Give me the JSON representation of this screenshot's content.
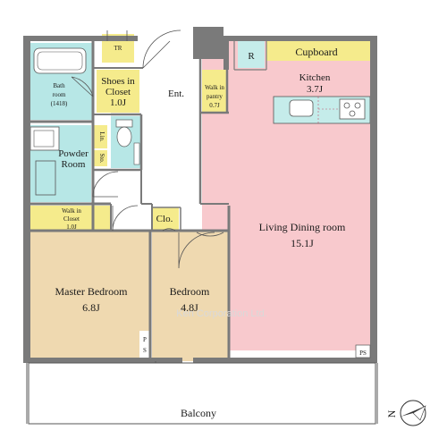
{
  "colors": {
    "wall": "#7a7a7a",
    "living": "#f8c9cd",
    "bedroom": "#efd9b0",
    "storage": "#f5eb8c",
    "wet": "#b7e7e6",
    "kitchen_counter": "#c5ecea",
    "balcony": "#ffffff"
  },
  "rooms": {
    "tr": "TR",
    "shoes_closet": [
      "Shoes in",
      "Closet",
      "1.0J"
    ],
    "bath": [
      "Bath",
      "room",
      "(1418)"
    ],
    "entrance": "Ent.",
    "walk_in_pantry": [
      "Walk in",
      "pantry",
      "0.7J"
    ],
    "refrigerator": "R",
    "cupboard": "Cupboard",
    "kitchen": [
      "Kitchen",
      "3.7J"
    ],
    "lin": "Lin.",
    "shoes_storage": "Sto.",
    "powder_room": [
      "Powder",
      "Room"
    ],
    "walk_in_closet": [
      "Walk in",
      "Closet",
      "1.0J"
    ],
    "clo": "Clo.",
    "living_dining": [
      "Living Dining room",
      "15.1J"
    ],
    "master_bedroom": [
      "Master Bedroom",
      "6.8J"
    ],
    "bedroom": [
      "Bedroom",
      "4.8J"
    ],
    "ps_left": [
      "P",
      "S"
    ],
    "ps_right": "PS",
    "balcony": "Balcony"
  },
  "watermark": "Ken Corporation Ltd.",
  "compass": {
    "label": "N",
    "icon": "compass-icon"
  }
}
